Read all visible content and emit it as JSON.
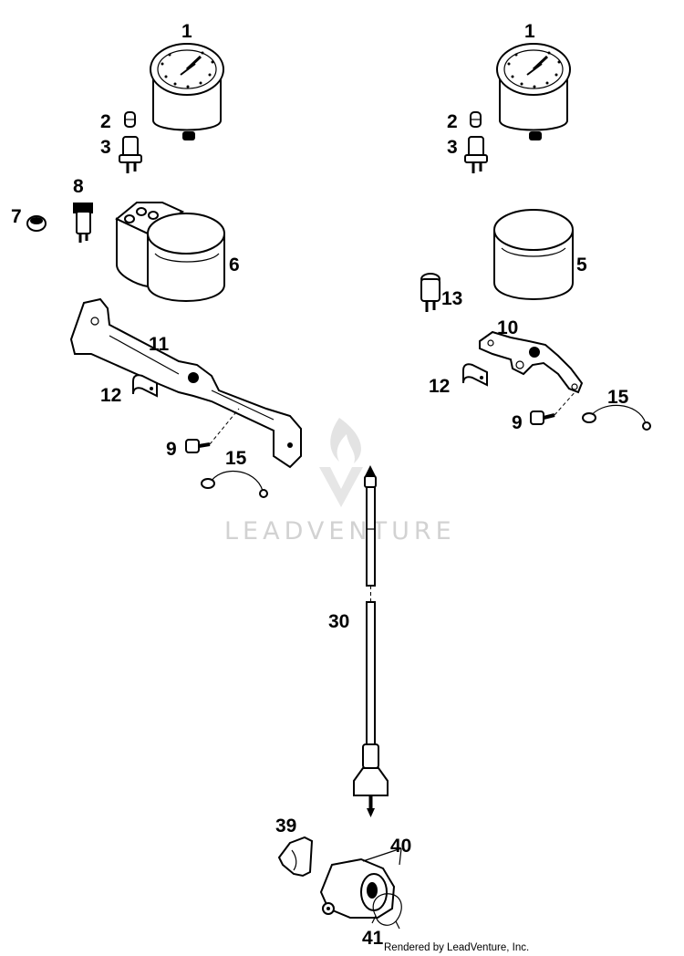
{
  "callouts": {
    "c1a": "1",
    "c1b": "1",
    "c2a": "2",
    "c2b": "2",
    "c3a": "3",
    "c3b": "3",
    "c5": "5",
    "c6": "6",
    "c7": "7",
    "c8": "8",
    "c9a": "9",
    "c9b": "9",
    "c10": "10",
    "c11": "11",
    "c12a": "12",
    "c12b": "12",
    "c13": "13",
    "c15a": "15",
    "c15b": "15",
    "c30": "30",
    "c39": "39",
    "c40": "40",
    "c41": "41"
  },
  "watermark": "LEADVENTURE",
  "credit": "Rendered by LeadVenture, Inc."
}
